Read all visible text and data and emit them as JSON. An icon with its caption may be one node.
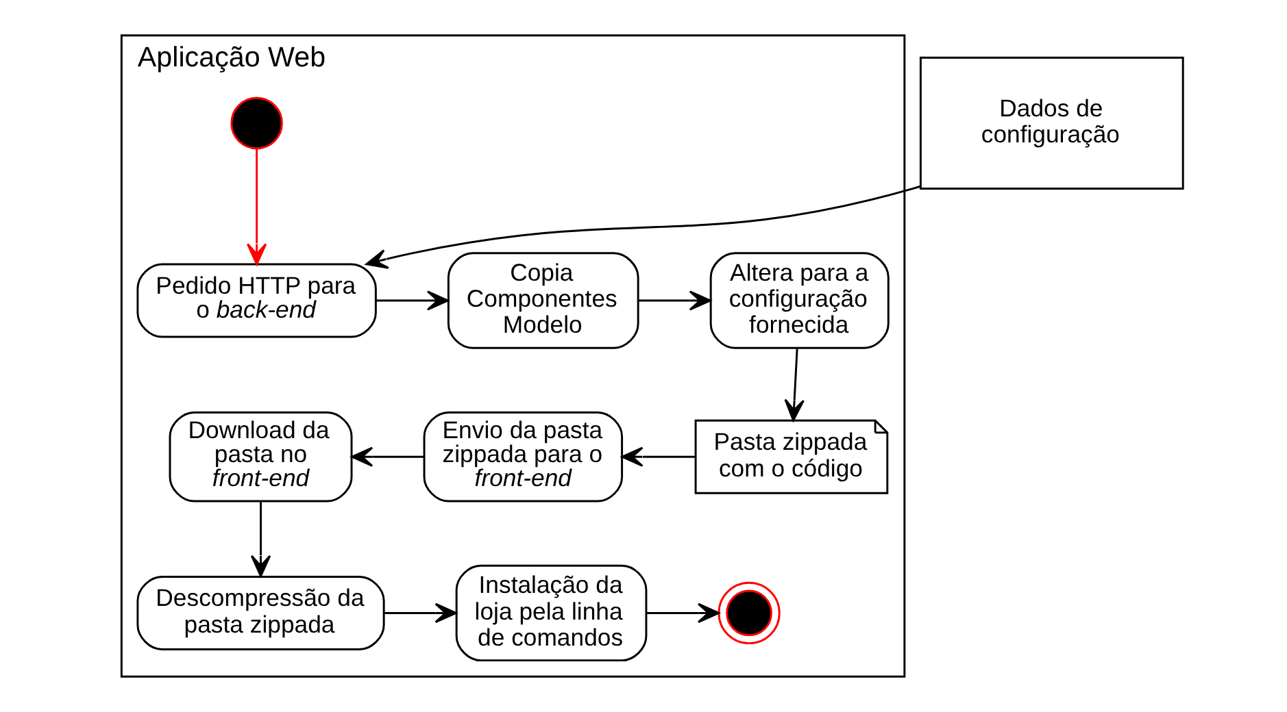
{
  "diagram": {
    "nodes": [
      {
        "text": [
          "Aplicação Web"
        ]
      },
      {
        "text": [],
        "shape": "circle",
        "in": 0
      },
      {
        "text": [
          "Pedido HTTP para o *back-end*"
        ],
        "in": 0
      },
      {
        "text": [
          "Copia Componentes Modelo"
        ],
        "in": 0
      },
      {
        "text": [
          "Altera para a configuração fornecida"
        ],
        "in": 0
      },
      {
        "text": [
          "Pasta zippada com o código"
        ],
        "in": 0
      },
      {
        "text": [
          "Envio da pasta zippada para o *front-end*"
        ],
        "in": 0
      },
      {
        "text": [
          "Download da pasta no *front-end*"
        ],
        "in": 0
      },
      {
        "text": [
          "Descompressão da pasta zippada"
        ],
        "in": 0
      },
      {
        "text": [
          "Instalação da loja pela linha de comandos"
        ],
        "in": 0
      },
      {
        "text": [],
        "shape": "circle",
        "in": 0
      },
      {
        "text": [
          "Dados de configuração"
        ]
      }
    ],
    "edges": [
      {
        "from": 1,
        "to": 2,
        "arrow": "to",
        "color": "#ff0000"
      },
      {
        "from": 11,
        "to": 2,
        "arrow": "to"
      },
      {
        "from": 2,
        "to": 3,
        "arrow": "to"
      },
      {
        "from": 3,
        "to": 4,
        "arrow": "to"
      },
      {
        "from": 4,
        "to": 5,
        "arrow": "to"
      },
      {
        "from": 5,
        "to": 6,
        "arrow": "to"
      },
      {
        "from": 6,
        "to": 7,
        "arrow": "to"
      },
      {
        "from": 7,
        "to": 8,
        "arrow": "to"
      },
      {
        "from": 8,
        "to": 9,
        "arrow": "to"
      },
      {
        "from": 9,
        "to": 10,
        "arrow": "to"
      }
    ]
  }
}
